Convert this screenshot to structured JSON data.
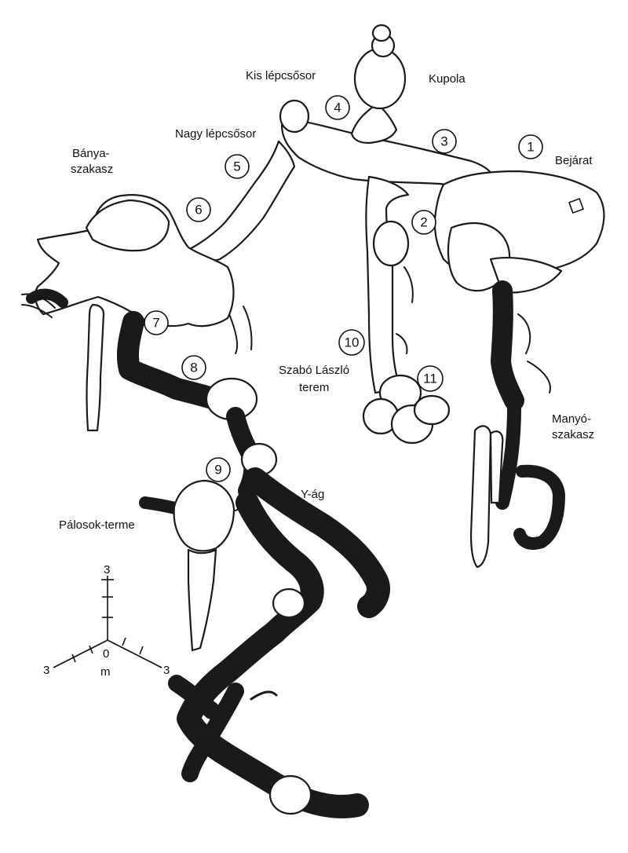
{
  "labels": {
    "kupola": "Kupola",
    "kis_lepcsosor": "Kis lépcsősor",
    "nagy_lepcsosor": "Nagy lépcsősor",
    "banya_line1": "Bánya-",
    "banya_line2": "szakasz",
    "bejarat": "Bejárat",
    "szabo_line1": "Szabó László",
    "szabo_line2": "terem",
    "manyo_line1": "Manyó-",
    "manyo_line2": "szakasz",
    "y_ag": "Y-ág",
    "palosok": "Pálosok-terme"
  },
  "numbers": [
    "1",
    "2",
    "3",
    "4",
    "5",
    "6",
    "7",
    "8",
    "9",
    "10",
    "11"
  ],
  "scale": {
    "top": "3",
    "left": "3",
    "right": "3",
    "origin": "0",
    "unit": "m"
  }
}
